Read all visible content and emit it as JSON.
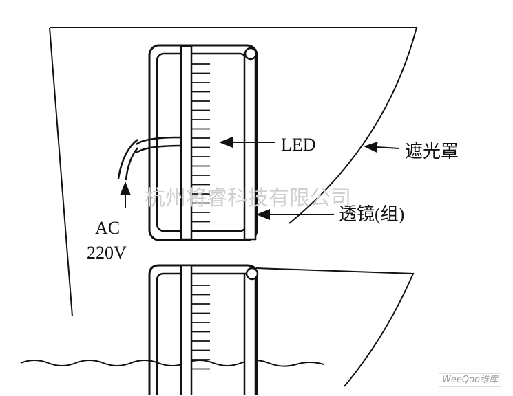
{
  "labels": {
    "led": "LED",
    "hood": "遮光罩",
    "lens": "透镜(组)",
    "ac": "AC",
    "voltage": "220V"
  },
  "watermark": "杭州将睿科技有限公司",
  "badge": "WeeQoo维库"
}
